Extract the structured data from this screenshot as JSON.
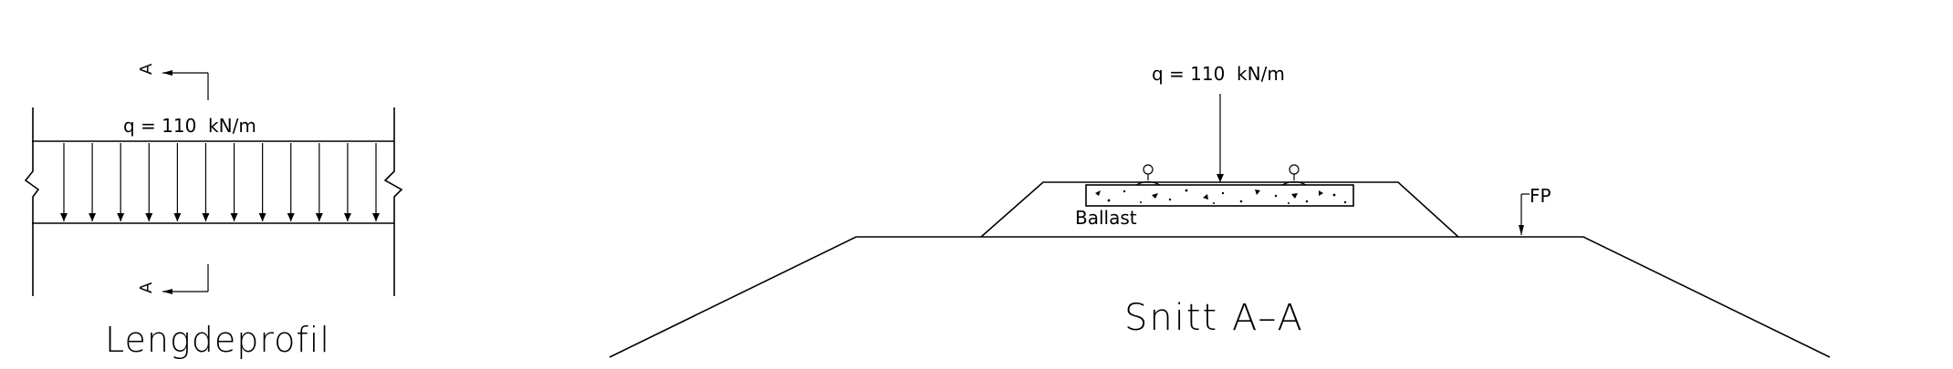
{
  "diagram": {
    "left_view": {
      "title": "Lengdeprofil",
      "load_label": "q = 110  kN/m",
      "section_mark_top": "A",
      "section_mark_bottom": "A",
      "load_arrow_count": 12
    },
    "right_view": {
      "title": "Snitt A–A",
      "load_label": "q = 110  kN/m",
      "ballast_label": "Ballast",
      "formation_label": "FP"
    }
  }
}
